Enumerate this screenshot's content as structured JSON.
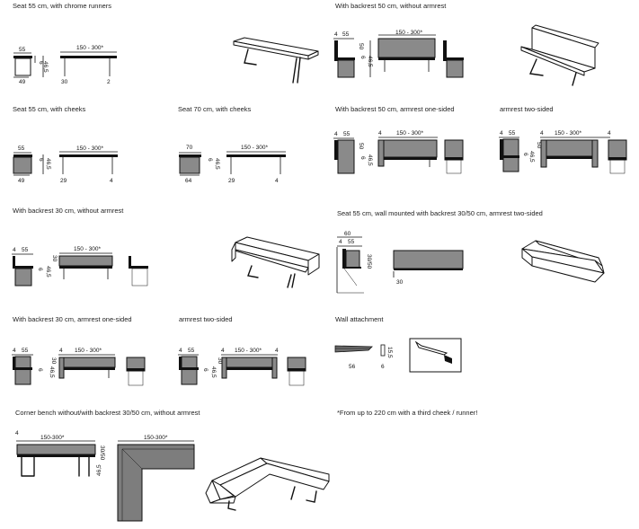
{
  "captions": {
    "seat55_runners": "Seat 55 cm, with chrome runners",
    "backrest50_noarm": "With backrest 50 cm, without armrest",
    "seat55_cheeks": "Seat 55 cm, with cheeks",
    "seat70_cheeks": "Seat 70 cm, with cheeks",
    "backrest50_arm_one": "With backrest 50 cm, armrest one-sided",
    "arm_two_a": "armrest two-sided",
    "backrest30_noarm": "With backrest 30 cm, without armrest",
    "wallmounted": "Seat 55 cm, wall mounted with backrest 30/50 cm, armrest two-sided",
    "backrest30_arm_one": "With backrest 30 cm, armrest one-sided",
    "arm_two_b": "armrest two-sided",
    "wall_attachment": "Wall attachment",
    "corner": "Corner bench without/with backrest 30/50 cm, without armrest",
    "footnote": "*From up to 220 cm with a third cheek / runner!"
  },
  "dims": {
    "d55": "55",
    "d49": "49",
    "d6": "6",
    "d46_5": "46,5",
    "d150_300": "150 - 300*",
    "d30": "30",
    "d2": "2",
    "d4": "4",
    "d50": "50",
    "d29": "29",
    "d70": "70",
    "d64": "64",
    "d60": "60",
    "d30_50": "30/50",
    "d56": "56",
    "d15_5": "15,5",
    "d150_300_nosp": "150-300*",
    "d30_50_sp": "30 50"
  }
}
